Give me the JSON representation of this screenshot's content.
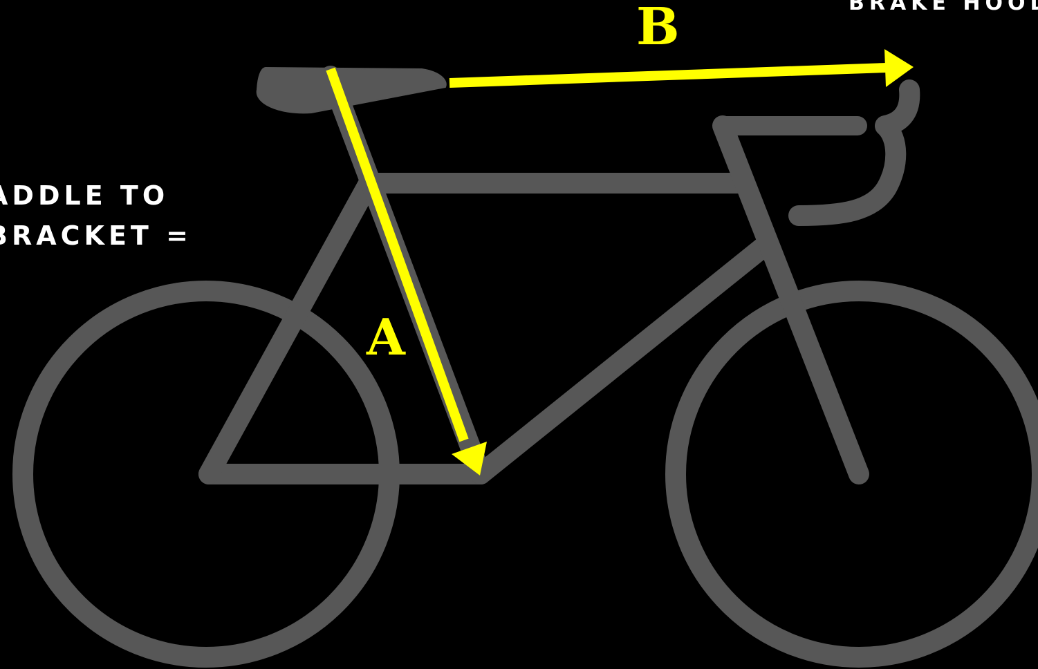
{
  "labels": {
    "measure_a": "A",
    "measure_b": "B"
  },
  "captions": {
    "left_line_1": "ADDLE TO",
    "left_line_2": "BRACKET =",
    "right_line_1": "BRAKE HOOD"
  },
  "colors": {
    "background": "#000000",
    "bike": "#575757",
    "arrow": "#ffff00",
    "text": "#ffffff"
  }
}
